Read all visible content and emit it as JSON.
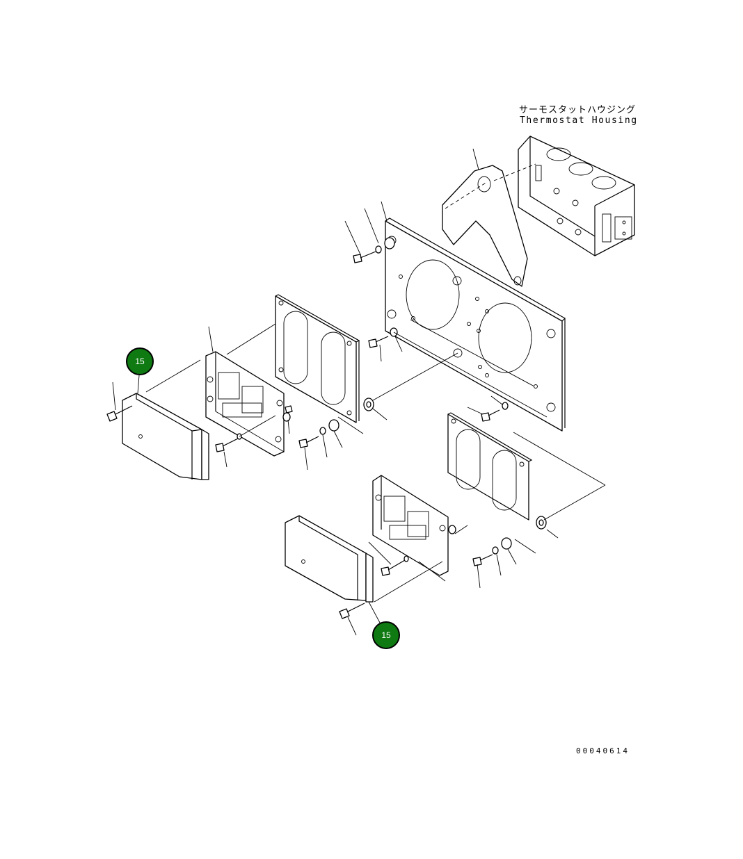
{
  "labels": {
    "housing_jp": "サーモスタットハウジング",
    "housing_en": "Thermostat Housing",
    "drawing_code": "00040614"
  },
  "callouts": [
    {
      "number": "15",
      "color": "#0f7a12"
    },
    {
      "number": "15",
      "color": "#0f7a12"
    }
  ]
}
